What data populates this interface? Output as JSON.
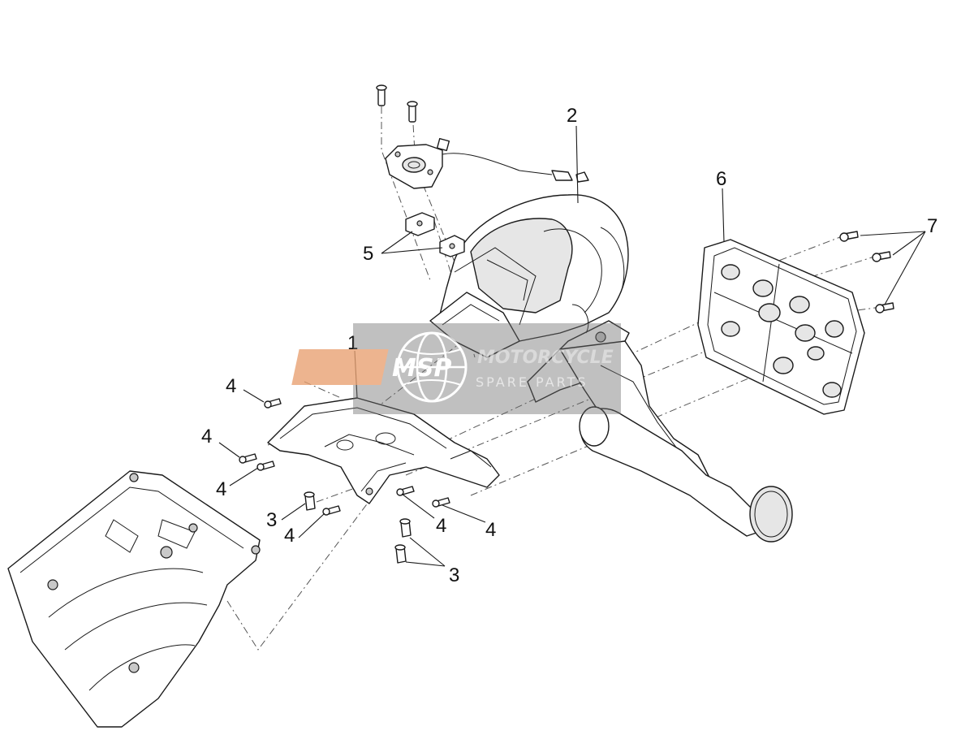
{
  "diagram": {
    "callouts": {
      "c1": "1",
      "c2": "2",
      "c3a": "3",
      "c3b": "3",
      "c4a": "4",
      "c4b": "4",
      "c4c": "4",
      "c4d": "4",
      "c4e": "4",
      "c4f": "4",
      "c5": "5",
      "c6": "6",
      "c7": "7"
    },
    "watermark": {
      "logo_text": "MSP",
      "brand_text": "MOTORCYCLE",
      "sub_text": "SPARE PARTS",
      "colors": {
        "logo_fill": "#e8a070",
        "brand": "#9a9a9a",
        "box": "#6b6b6b"
      }
    }
  }
}
